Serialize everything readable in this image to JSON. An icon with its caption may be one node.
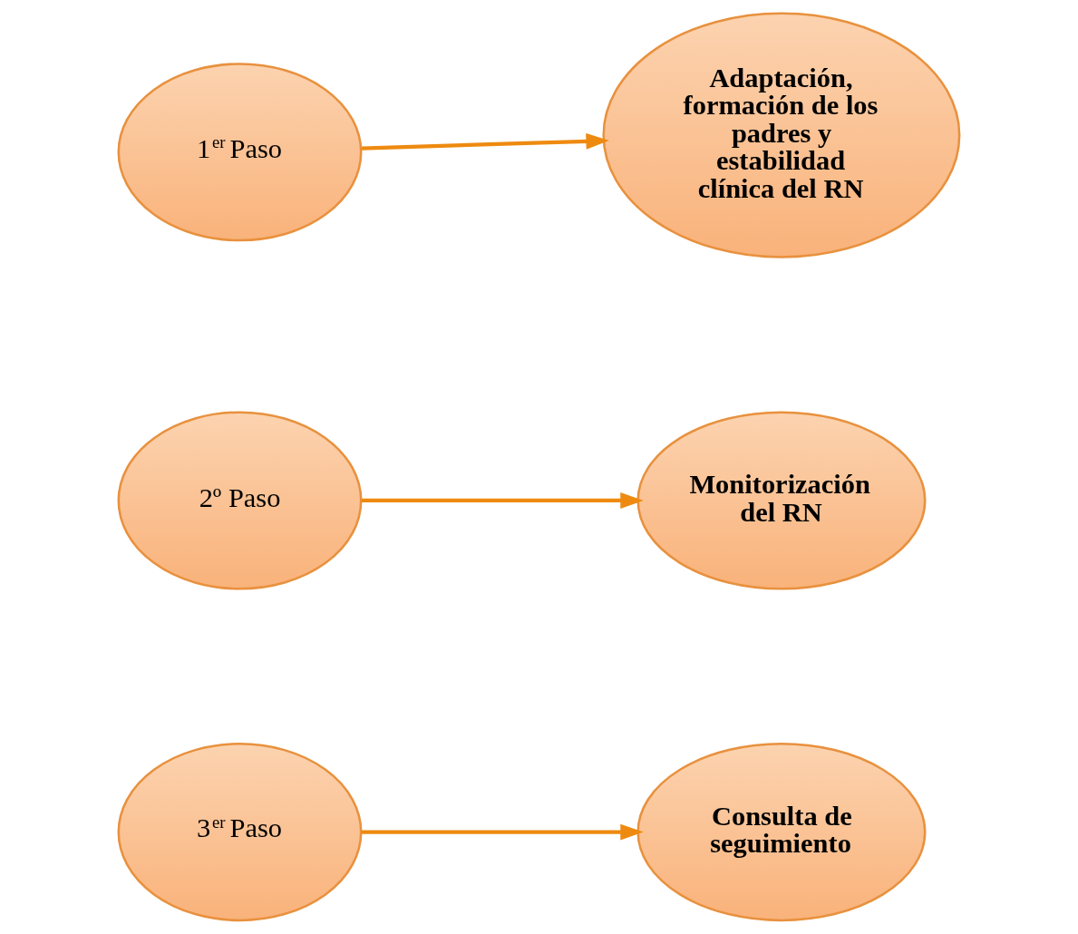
{
  "diagram": {
    "nodes": [
      {
        "text": [
          "1$^{er}$ Paso"
        ]
      },
      {
        "text": [
          "Adaptación, formación de los padres y estabilidad clínica del RN"
        ]
      },
      {
        "text": [
          "2º Paso"
        ]
      },
      {
        "text": [
          "Monitorización del RN"
        ]
      },
      {
        "text": [
          "3$^{er}$ Paso"
        ]
      },
      {
        "text": [
          "Consulta de seguimiento"
        ]
      }
    ],
    "edges": [
      {
        "from": 0,
        "to": 1,
        "arrow": "to"
      },
      {
        "from": 2,
        "to": 3,
        "arrow": "to"
      },
      {
        "from": 4,
        "to": 5,
        "arrow": "to"
      }
    ]
  }
}
